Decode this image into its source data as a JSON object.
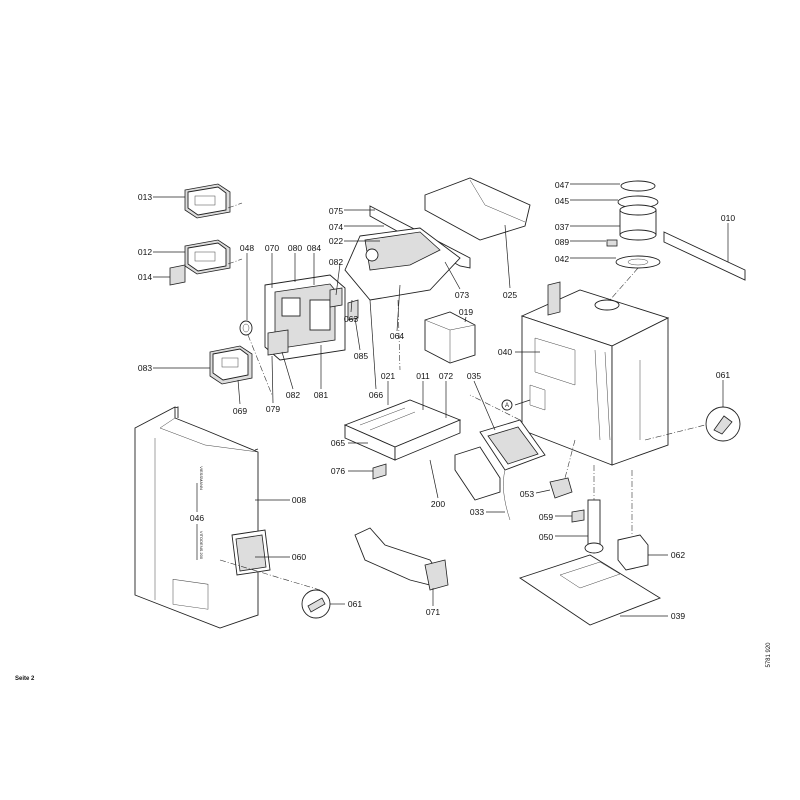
{
  "page": {
    "footer_left": "Seite 2",
    "drawing_number": "5781 920"
  },
  "brand": {
    "logo": "VIESSMANN",
    "model": "VITODENS 200"
  },
  "labels": {
    "p013": "013",
    "p012": "012",
    "p014": "014",
    "p048": "048",
    "p070": "070",
    "p080": "080",
    "p084": "084",
    "p082a": "082",
    "p063": "063",
    "p085": "085",
    "p066": "066",
    "p081": "081",
    "p082b": "082",
    "p079": "079",
    "p069": "069",
    "p083": "083",
    "p075": "075",
    "p074": "074",
    "p022": "022",
    "p073": "073",
    "p064": "064",
    "p025": "025",
    "p019": "019",
    "p047": "047",
    "p045": "045",
    "p037": "037",
    "p089": "089",
    "p042": "042",
    "p010": "010",
    "p040": "040",
    "pA": "A",
    "p061a": "061",
    "p021": "021",
    "p011": "011",
    "p072": "072",
    "p035": "035",
    "p065": "065",
    "p076": "076",
    "p200": "200",
    "p033": "033",
    "p053": "053",
    "p059": "059",
    "p050": "050",
    "p062": "062",
    "p039": "039",
    "p008": "008",
    "p046": "046",
    "p060": "060",
    "p061b": "061",
    "p071": "071"
  }
}
